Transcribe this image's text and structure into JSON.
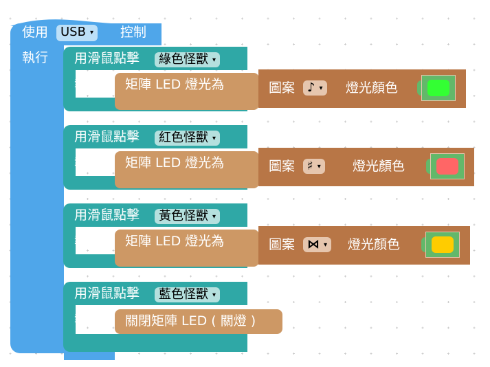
{
  "root_block": {
    "prefix": "使用",
    "connection": {
      "value": "USB",
      "arrow": "▾"
    },
    "suffix": "控制",
    "do_label": "執行",
    "color": "#4fa6ea"
  },
  "events": [
    {
      "label": "用滑鼠點擊",
      "target": "綠色怪獸",
      "arrow": "▾",
      "do_label": "執行",
      "action": {
        "type": "set-matrix",
        "label": "矩陣 LED 燈光為",
        "pattern_label": "圖案",
        "pattern": "♪",
        "color_label": "燈光顏色",
        "color": "#33ff33"
      }
    },
    {
      "label": "用滑鼠點擊",
      "target": "紅色怪獸",
      "arrow": "▾",
      "do_label": "執行",
      "action": {
        "type": "set-matrix",
        "label": "矩陣 LED 燈光為",
        "pattern_label": "圖案",
        "pattern": "♯",
        "color_label": "燈光顏色",
        "color": "#ff6666"
      }
    },
    {
      "label": "用滑鼠點擊",
      "target": "黃色怪獸",
      "arrow": "▾",
      "do_label": "執行",
      "action": {
        "type": "set-matrix",
        "label": "矩陣 LED 燈光為",
        "pattern_label": "圖案",
        "pattern": "⋈",
        "color_label": "燈光顏色",
        "color": "#ffcc00"
      }
    },
    {
      "label": "用滑鼠點擊",
      "target": "藍色怪獸",
      "arrow": "▾",
      "do_label": "執行",
      "action": {
        "type": "turn-off",
        "label": "關閉矩陣 LED ( 關燈 )"
      }
    }
  ],
  "colors": {
    "event_block": "#2fa8a6",
    "action_block": "#cd9865",
    "pattern_block": "#b87646",
    "color_block": "#63b86a"
  }
}
